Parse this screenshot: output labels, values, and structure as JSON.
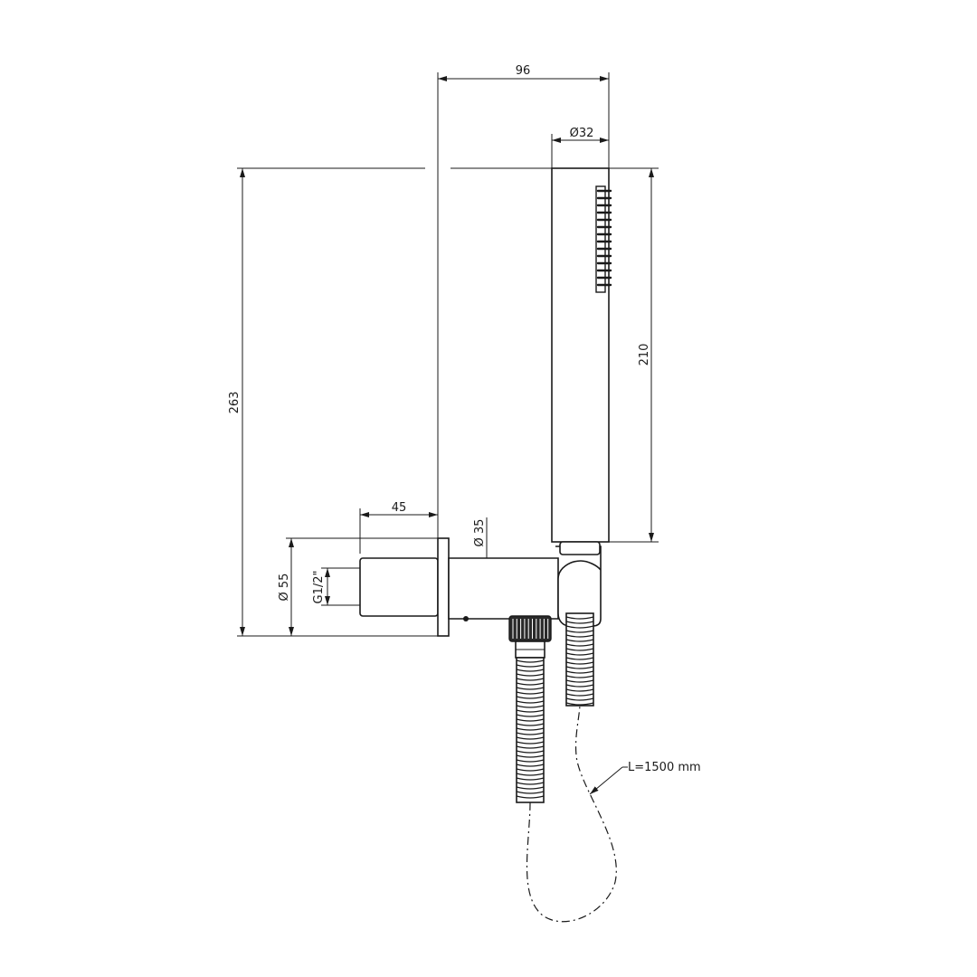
{
  "dimensions": {
    "overall_depth": "96",
    "head_diameter": "Ø32",
    "overall_height": "263",
    "handset_length": "210",
    "bracket_depth": "45",
    "bracket_diameter": "Ø 35",
    "flange_diameter": "Ø 55",
    "thread": "G1/2\"",
    "hose_length": "L=1500 mm"
  },
  "colors": {
    "ink": "#1a1a1a",
    "background": "#ffffff"
  }
}
